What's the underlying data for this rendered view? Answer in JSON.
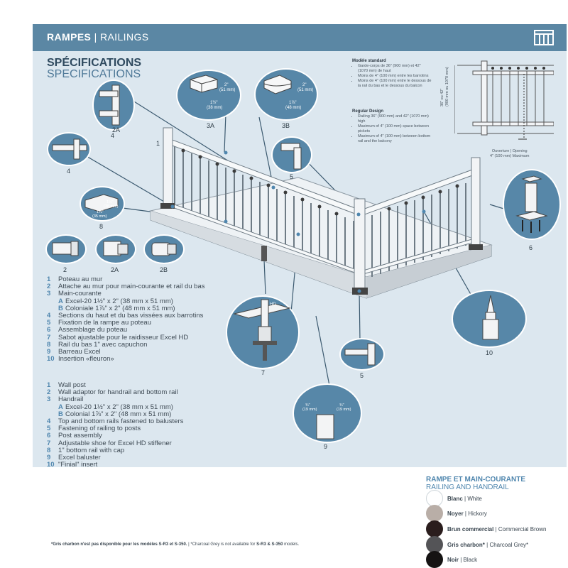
{
  "header": {
    "title_fr": "RAMPES",
    "separator": "|",
    "title_en": "RAILINGS"
  },
  "headings": {
    "fr": "SPÉCIFICATIONS",
    "en": "SPECIFICATIONS"
  },
  "detail_labels": {
    "c3a": "3A",
    "c3b": "3B",
    "c4a": "4",
    "c4b": "4",
    "c2a": "2A",
    "c5a": "5",
    "c5b": "5",
    "c8": "8",
    "c2": "2",
    "c2aa": "2A",
    "c2b": "2B",
    "c6": "6",
    "c7": "7",
    "c9": "9",
    "c10": "10",
    "c1": "1"
  },
  "dims": {
    "d3a_h": "2\"",
    "d3a_hmm": "(51 mm)",
    "d3a_w": "1½\"",
    "d3a_wmm": "(38 mm)",
    "d3b_h": "2\"",
    "d3b_hmm": "(51 mm)",
    "d3b_w": "1⅞\"",
    "d3b_wmm": "(48 mm)",
    "d8_a": "1½\"",
    "d8_amm": "(38 mm)",
    "d8_b": "1⅜\"",
    "d8_bmm": "(35 mm)",
    "d9_a": "¾\"",
    "d9_amm": "(19 mm)",
    "d9_b": "¾\"",
    "d9_bmm": "(19 mm)",
    "d7_hd": "HD"
  },
  "standard_fr": {
    "title": "Modèle standard",
    "items": [
      "Garde-corps de 36\" (900 mm) et 42\" (1070 mm) de haut",
      "Moins de 4\" (100 mm) entre les barrotins",
      "Moins de 4\" (100 mm) entre le dessous de la rail du bas et le dessous du balcon"
    ]
  },
  "standard_en": {
    "title": "Regular Design",
    "items": [
      "Railing 36\" (900 mm) and 42\" (1070 mm) high",
      "Maximum of 4\" (100 mm) space between pickets",
      "Maximum of 4\" (100 mm) between bottom rail and the balcony"
    ]
  },
  "elevation": {
    "height_label": "36\" ou 42\"",
    "height_mm": "(900 mm ou 1070 mm)",
    "opening_label": "Ouverture | Opening",
    "opening_value": "4\" (100 mm) Maximum"
  },
  "legend_fr": [
    {
      "num": "1",
      "text": "Poteau au mur"
    },
    {
      "num": "2",
      "text": "Attache au mur pour main-courante et rail du bas"
    },
    {
      "num": "3",
      "text": "Main-courante"
    },
    {
      "num": "A",
      "text": "Excel-20 1½\" x 2\" (38 mm x 51 mm)",
      "sub": true
    },
    {
      "num": "B",
      "text": "Coloniale 1⅞\" x 2\" (48 mm x 51 mm)",
      "sub": true
    },
    {
      "num": "4",
      "text": "Sections du haut et du bas vissées aux barrotins"
    },
    {
      "num": "5",
      "text": "Fixation de la rampe au poteau"
    },
    {
      "num": "6",
      "text": "Assemblage du poteau"
    },
    {
      "num": "7",
      "text": "Sabot ajustable pour le raidisseur Excel HD"
    },
    {
      "num": "8",
      "text": "Rail du bas 1\" avec capuchon"
    },
    {
      "num": "9",
      "text": "Barreau Excel"
    },
    {
      "num": "10",
      "text": "Insertion «fleuron»"
    }
  ],
  "legend_en": [
    {
      "num": "1",
      "text": "Wall post"
    },
    {
      "num": "2",
      "text": "Wall adaptor for handrail and bottom rail"
    },
    {
      "num": "3",
      "text": "Handrail"
    },
    {
      "num": "A",
      "text": "Excel-20 1½\" x 2\" (38 mm x 51 mm)",
      "sub": true
    },
    {
      "num": "B",
      "text": "Colonial 1⅞\" x 2\" (48 mm x 51 mm)",
      "sub": true
    },
    {
      "num": "4",
      "text": "Top and bottom rails fastened to balusters"
    },
    {
      "num": "5",
      "text": "Fastening of railing to posts"
    },
    {
      "num": "6",
      "text": "Post assembly"
    },
    {
      "num": "7",
      "text": "Adjustable shoe for Excel HD stiffener"
    },
    {
      "num": "8",
      "text": "1\" bottom rail with cap"
    },
    {
      "num": "9",
      "text": "Excel baluster"
    },
    {
      "num": "10",
      "text": "\"Finial\" insert"
    }
  ],
  "colors": {
    "title_fr": "RAMPE ET MAIN-COURANTE",
    "title_en": "RAILING AND HANDRAIL",
    "items": [
      {
        "fr": "Blanc",
        "en": "White",
        "hex": "#ffffff"
      },
      {
        "fr": "Noyer",
        "en": "Hickory",
        "hex": "#b9aea7"
      },
      {
        "fr": "Brun commercial",
        "en": "Commercial Brown",
        "hex": "#2a1d1d"
      },
      {
        "fr": "Gris charbon*",
        "en": "Charcoal Grey*",
        "hex": "#545457"
      },
      {
        "fr": "Noir",
        "en": "Black",
        "hex": "#151313"
      }
    ]
  },
  "footnote": {
    "fr_bold": "*Gris charbon n'est pas disponible pour les modèles S-R3 et S-350.",
    "en_pre": "| *Charcoal Grey is not available for",
    "en_bold": "S-R3 & S-350",
    "en_post": "models."
  }
}
